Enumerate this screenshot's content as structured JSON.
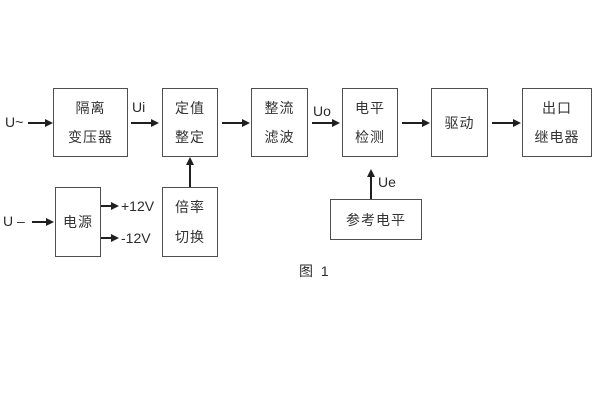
{
  "figure": {
    "caption": "图 1"
  },
  "diagram": {
    "boxes": [
      {
        "id": "isolation-transformer",
        "lines": [
          "隔离",
          "变压器"
        ]
      },
      {
        "id": "setting-adjust",
        "lines": [
          "定值",
          "整定"
        ]
      },
      {
        "id": "rectify-filter",
        "lines": [
          "整流",
          "滤波"
        ]
      },
      {
        "id": "level-detect",
        "lines": [
          "电平",
          "检测"
        ]
      },
      {
        "id": "drive",
        "lines": [
          "驱动"
        ]
      },
      {
        "id": "output-relay",
        "lines": [
          "出口",
          "继电器"
        ]
      },
      {
        "id": "power-supply",
        "lines": [
          "电源"
        ]
      },
      {
        "id": "rate-switch",
        "lines": [
          "倍率",
          "切换"
        ]
      },
      {
        "id": "reference-level",
        "lines": [
          "参考电平"
        ]
      }
    ],
    "labels": {
      "input_ac": "U~",
      "input_dc": "U –",
      "ui": "Ui",
      "uo": "Uo",
      "ue": "Ue",
      "plus12v": "+12V",
      "minus12v": "-12V"
    },
    "colors": {
      "background": "#ffffff",
      "border": "#4f4f4f",
      "text": "#333333",
      "arrow": "#1f1f1f"
    }
  }
}
